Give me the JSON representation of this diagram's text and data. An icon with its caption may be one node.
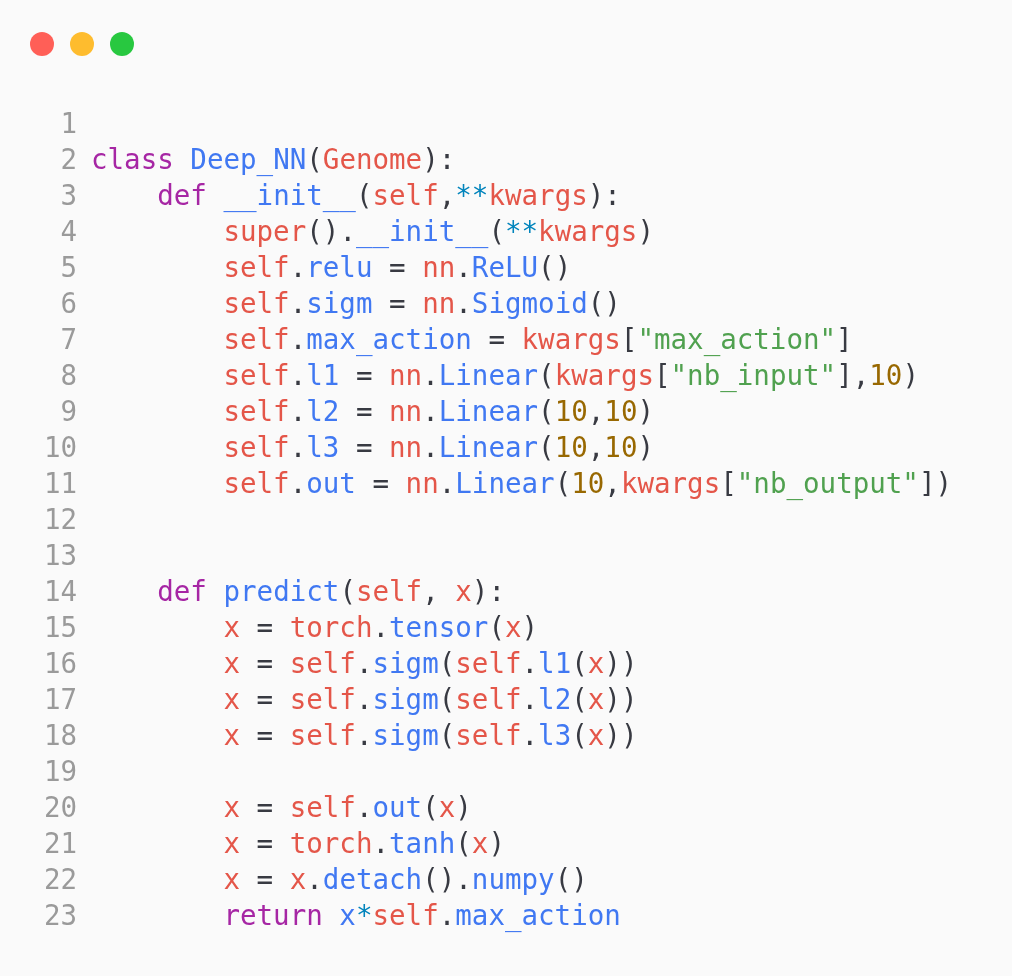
{
  "diagram": {
    "labels": [
      "1 2 3 4 5 6 7 8 9 10 11 12 13 14 15 16 17 18 19 20 21 22 23",
      "class Deep_NN(Genome):",
      "    def __init__(self,**kwargs):",
      "        super().__init__(**kwargs)",
      "        self.relu = nn.ReLU()",
      "        self.sigm = nn.Sigmoid()",
      "        self.max_action = kwargs[\"max_action\"]",
      "        self.l1 = nn.Linear(kwargs[\"nb_input\"],10)",
      "        self.l2 = nn.Linear(10,10)",
      "        self.l3 = nn.Linear(10,10)",
      "        self.out = nn.Linear(10,kwargs[\"nb_output\"])",
      "    def predict(self, x):",
      "        x = torch.tensor(x)",
      "        x = self.sigm(self.l1(x))",
      "        x = self.sigm(self.l2(x))",
      "        x = self.sigm(self.l3(x))",
      "        x = self.out(x)",
      "        x = torch.tanh(x)",
      "        x = x.detach().numpy()",
      "        return x*self.max_action"
    ]
  }
}
